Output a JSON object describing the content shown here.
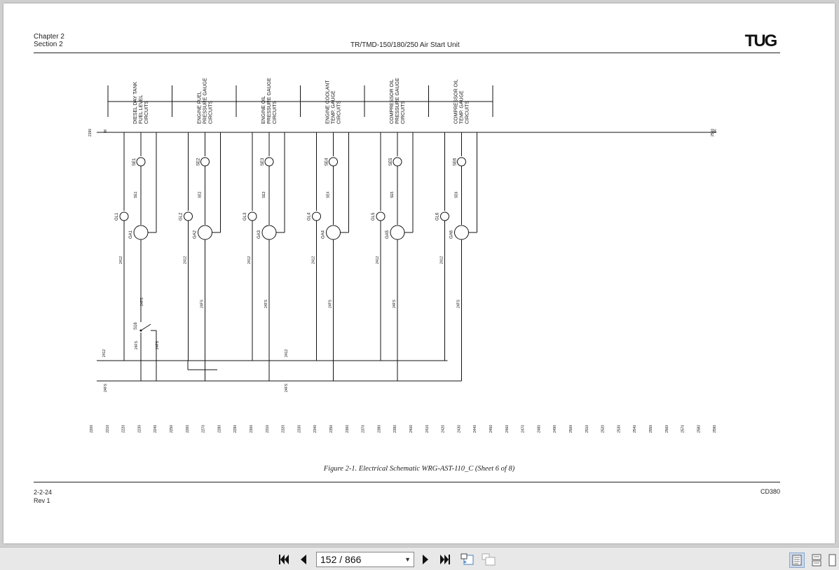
{
  "header": {
    "chapter": "Chapter 2",
    "section": "Section 2",
    "title": "TR/TMD-150/180/250 Air Start Unit",
    "logo_text": "TUG"
  },
  "schematic": {
    "circuit_labels": [
      [
        "DIESEL DAY TANK",
        "FUEL LEVEL",
        "CIRCUITS"
      ],
      [
        "ENGINE FUEL",
        "PRESSURE GAUGE",
        "CIRCUITS"
      ],
      [
        "ENGINE OIL",
        "PRESSURE GAUGE",
        "CIRCUITS"
      ],
      [
        "ENGINE COOLANT",
        "TEMP. GAUGE",
        "CIRCUITS"
      ],
      [
        "COMPRESSOR OIL",
        "PRESSURE GAUGE",
        "CIRCUITS"
      ],
      [
        "COMPRESSOR OIL",
        "TEMP. GAUGE",
        "CIRCUITS"
      ]
    ],
    "senders": [
      "SE1",
      "SE2",
      "SE3",
      "SE4",
      "SE5",
      "SE6"
    ],
    "lamps": [
      "GL1",
      "GL2",
      "GL3",
      "GL4",
      "GL5",
      "GL6"
    ],
    "gauges": [
      "GA1",
      "GA2",
      "GA3",
      "GA4",
      "GA5",
      "GA6"
    ],
    "wire_2412": "2412",
    "wire_24fs": "24FS",
    "switch": "S16",
    "line_numbers": [
      "2200",
      "2210",
      "2220",
      "2230",
      "2240",
      "2250",
      "2260",
      "2270",
      "2280",
      "2290",
      "2300",
      "2310",
      "2320",
      "2330",
      "2340",
      "2350",
      "2360",
      "2370",
      "2380",
      "2390",
      "2400",
      "2410",
      "2420",
      "2430",
      "2440",
      "2450",
      "2460",
      "2470",
      "2480",
      "2490",
      "2500",
      "2510",
      "2520",
      "2530",
      "2540",
      "2550",
      "2560",
      "2570",
      "2580",
      "2590"
    ]
  },
  "caption": "Figure 2-1. Electrical Schematic WRG-AST-110_C (Sheet 6 of 8)",
  "footer": {
    "page": "2-2-24",
    "rev": "Rev 1",
    "doc": "CD380"
  },
  "toolbar": {
    "page_indicator": "152 / 866"
  }
}
